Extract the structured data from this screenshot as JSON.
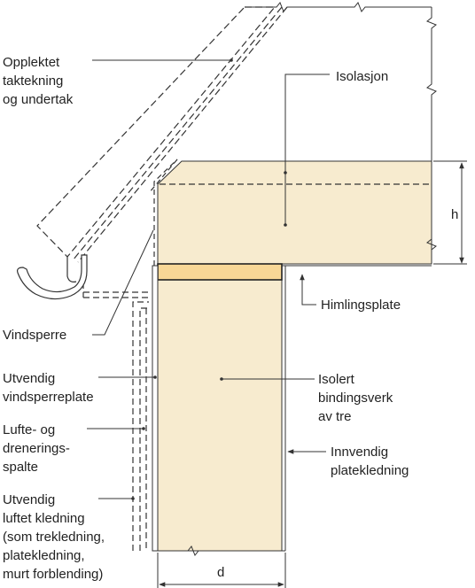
{
  "labels": {
    "roof_line1": "Opplektet",
    "roof_line2": "taktekning",
    "roof_line3": "og undertak",
    "insulation": "Isolasjon",
    "height": "h",
    "ceiling_board": "Himlingsplate",
    "wind_barrier": "Vindsperre",
    "ext_wind_board_line1": "Utvendig",
    "ext_wind_board_line2": "vindsperreplate",
    "framing_line1": "Isolert",
    "framing_line2": "bindingsverk",
    "framing_line3": "av tre",
    "gap_line1": "Lufte- og",
    "gap_line2": "drenerings-",
    "gap_line3": "spalte",
    "int_lining_line1": "Innvendig",
    "int_lining_line2": "platekledning",
    "cladding_line1": "Utvendig",
    "cladding_line2": "luftet kledning",
    "cladding_line3": "(som trekledning,",
    "cladding_line4": "platekledning,",
    "cladding_line5": "murt forblending)",
    "depth": "d"
  },
  "colors": {
    "insulation_fill": "#f7ebcf",
    "top_plate_fill": "#f8d796",
    "line": "#333333"
  }
}
